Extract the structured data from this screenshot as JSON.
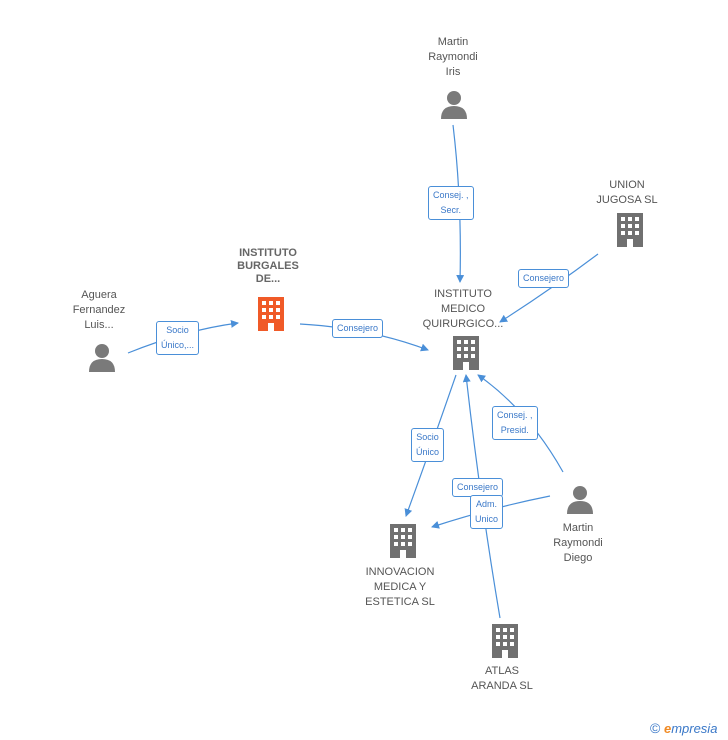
{
  "colors": {
    "edge": "#4a8fd8",
    "person_icon": "#7a7a7a",
    "company_icon": "#707070",
    "main_company_icon": "#f05a28",
    "label_text": "#555555"
  },
  "nodes": {
    "martin_iris": {
      "lines": [
        "Martin",
        "Raymondi",
        "Iris"
      ],
      "icon": "person-icon"
    },
    "union_jugosa": {
      "lines": [
        "UNION",
        "JUGOSA SL"
      ],
      "icon": "building-icon"
    },
    "instituto_burgales": {
      "lines": [
        "INSTITUTO",
        "BURGALES",
        "DE..."
      ],
      "icon": "building-icon"
    },
    "aguera": {
      "lines": [
        "Aguera",
        "Fernandez",
        "Luis..."
      ],
      "icon": "person-icon"
    },
    "instituto_medico": {
      "lines": [
        "INSTITUTO",
        "MEDICO",
        "QUIRURGICO..."
      ],
      "icon": "building-icon"
    },
    "martin_diego": {
      "lines": [
        "Martin",
        "Raymondi",
        "Diego"
      ],
      "icon": "person-icon"
    },
    "innovacion": {
      "lines": [
        "INNOVACION",
        "MEDICA Y",
        "ESTETICA SL"
      ],
      "icon": "building-icon"
    },
    "atlas": {
      "lines": [
        "ATLAS",
        "ARANDA SL"
      ],
      "icon": "building-icon"
    }
  },
  "edge_labels": {
    "iris_consej": [
      "Consej. ,",
      "Secr."
    ],
    "union_consejero": [
      "Consejero"
    ],
    "aguera_socio": [
      "Socio",
      "Único,..."
    ],
    "burgales_consejero": [
      "Consejero"
    ],
    "medico_socio": [
      "Socio",
      "Único"
    ],
    "diego_consej_presid": [
      "Consej. ,",
      "Presid."
    ],
    "diego_consejero": [
      "Consejero"
    ],
    "atlas_adm": [
      "Adm.",
      "Unico"
    ]
  },
  "footer": {
    "copyright": "©",
    "brand_initial": "e",
    "brand_rest": "mpresia"
  }
}
